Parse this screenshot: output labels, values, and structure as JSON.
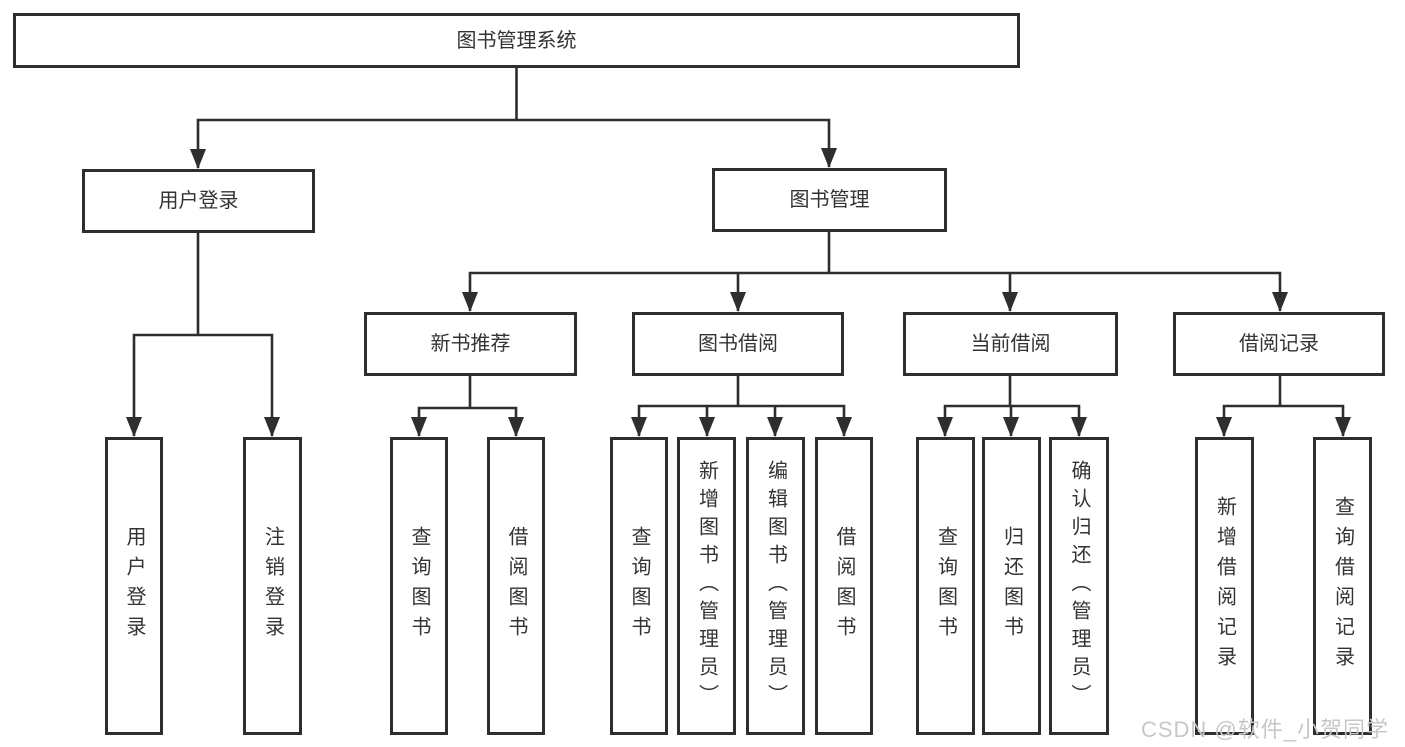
{
  "colors": {
    "line": "#2e2e2e",
    "text": "#333333",
    "watermark": "#c7c7c7",
    "background": "#ffffff"
  },
  "diagram": {
    "title": "图书管理系统",
    "level2": {
      "user_login": "用户登录",
      "book_management": "图书管理"
    },
    "level3": {
      "new_book_recommend": "新书推荐",
      "book_borrow": "图书借阅",
      "current_borrow": "当前借阅",
      "borrow_records": "借阅记录"
    },
    "leaves": {
      "user_login": "用户登录",
      "logout": "注销登录",
      "nb_query_books": "查询图书",
      "nb_borrow_books": "借阅图书",
      "bb_query_books": "查询图书",
      "bb_add_books": "新增图书（管理员）",
      "bb_edit_books": "编辑图书（管理员）",
      "bb_borrow_books": "借阅图书",
      "cb_query_books": "查询图书",
      "cb_return_books": "归还图书",
      "cb_confirm_return": "确认归还（管理员）",
      "br_add_record": "新增借阅记录",
      "br_query_record": "查询借阅记录"
    }
  },
  "watermark": "CSDN @软件_小贺同学"
}
